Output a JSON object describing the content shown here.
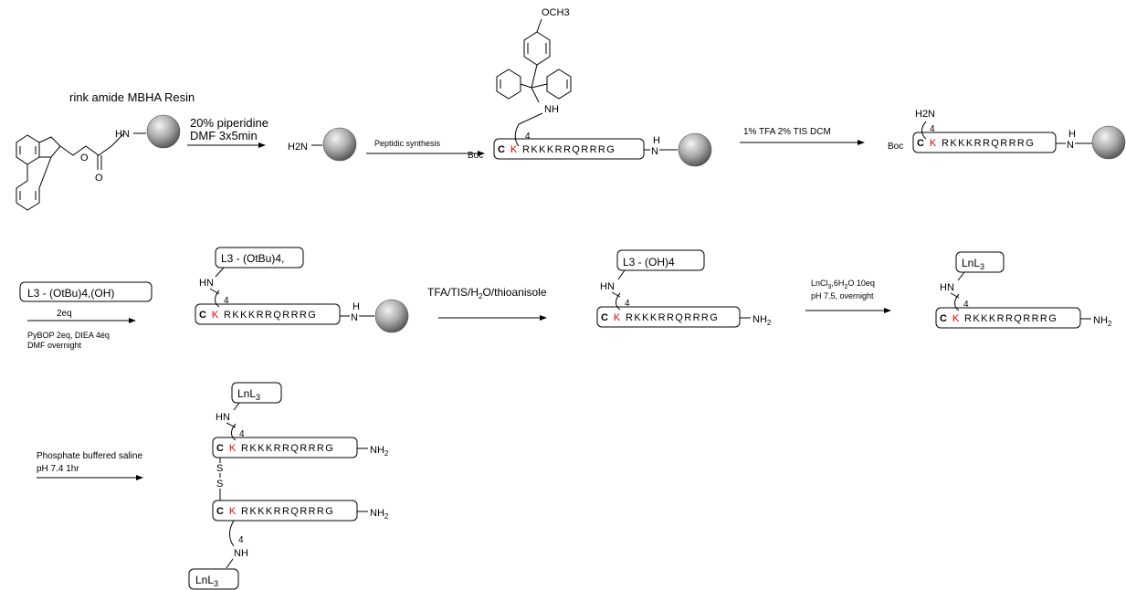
{
  "colors": {
    "highlight_lysine": "#e00000",
    "bead_dark": "#555555",
    "bead_light": "#f4f4f4"
  },
  "labels": {
    "resin_name": "rink amide MBHA Resin",
    "deprotect_line1": "20% piperidine",
    "deprotect_line2": "DMF 3x5min",
    "peptidic_synthesis": "Peptidic synthesis",
    "cleave_mmt": "1% TFA 2% TIS DCM",
    "coupling_equiv": "2eq",
    "coupling_line1": "PyBOP 2eq, DIEA 4éq",
    "coupling_line2": "DMF overnight",
    "global_deprotect": "TFA/TIS/H2O/thioanisole",
    "metalation_line1": "LnCl3,6H2O 10eq",
    "metalation_line2": "pH 7.5, overnight",
    "pbs_line1": "Phosphate buffered saline",
    "pbs_line2": "pH 7.4 1hr"
  },
  "chem": {
    "methoxy": "OCH3",
    "amine_nh": "NH",
    "amine_hn": "HN",
    "amine_n": "N",
    "h": "H",
    "h2n": "H2N",
    "nh2": "NH2",
    "boc": "Boc",
    "chain_count": "4",
    "carbamate_hn": "HN",
    "o": "O",
    "sulfur": "S",
    "cys": "C",
    "lys": "K",
    "rest": "RKKKRRQRRRG",
    "ligand_otbu_oh": "L3 - (OtBu)4,(OH)",
    "ligand_otbu": "L3 - (OtBu)4,",
    "ligand_oh": "L3 - (OH)4",
    "complex": "LnL3"
  }
}
